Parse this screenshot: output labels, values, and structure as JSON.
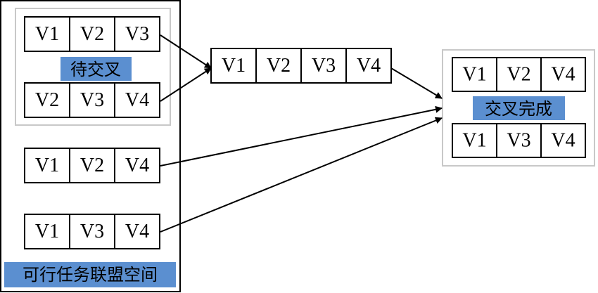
{
  "space": {
    "label": "可行任务联盟空间"
  },
  "pending": {
    "label": "待交叉",
    "row_a": [
      "V1",
      "V2",
      "V3"
    ],
    "row_b": [
      "V2",
      "V3",
      "V4"
    ]
  },
  "merged": [
    "V1",
    "V2",
    "V3",
    "V4"
  ],
  "other_rows": {
    "row_c": [
      "V1",
      "V2",
      "V4"
    ],
    "row_d": [
      "V1",
      "V3",
      "V4"
    ]
  },
  "done": {
    "label": "交叉完成",
    "row_e": [
      "V1",
      "V2",
      "V4"
    ],
    "row_f": [
      "V1",
      "V3",
      "V4"
    ]
  },
  "colors": {
    "label_fill": "#5b8fd0",
    "inner_frame": "#c8c8c8",
    "line": "#000000"
  }
}
